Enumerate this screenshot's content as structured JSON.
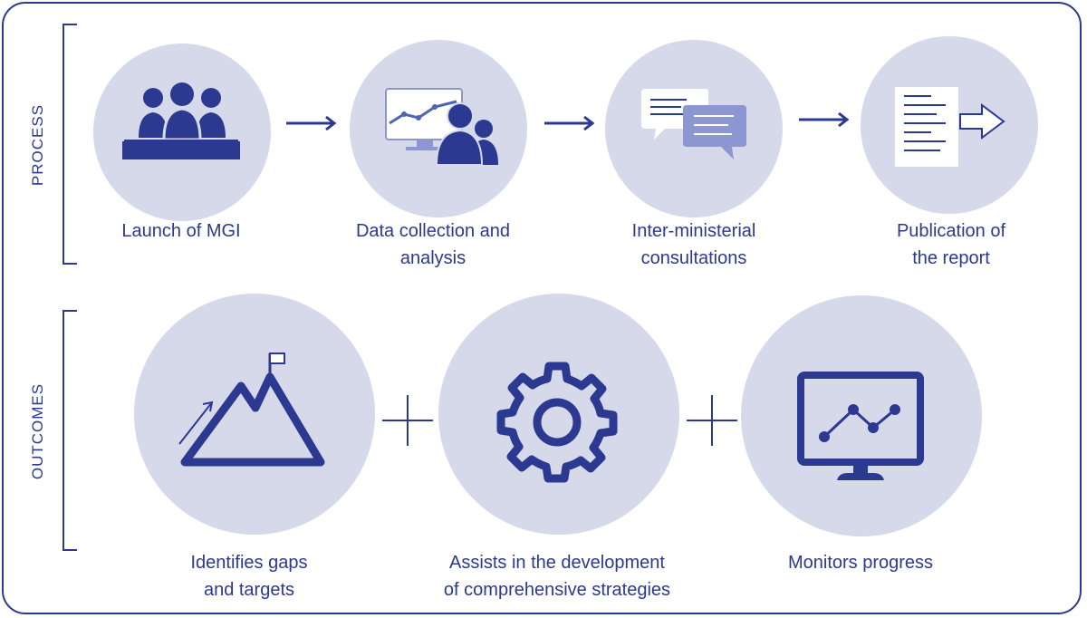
{
  "sections": {
    "process_label": "PROCESS",
    "outcomes_label": "OUTCOMES"
  },
  "process_steps": [
    {
      "label_line1": "Launch of MGI",
      "label_line2": "",
      "icon": "people-meeting-icon"
    },
    {
      "label_line1": "Data collection and",
      "label_line2": "analysis",
      "icon": "data-analysis-icon"
    },
    {
      "label_line1": "Inter-ministerial",
      "label_line2": "consultations",
      "icon": "chat-bubbles-icon"
    },
    {
      "label_line1": "Publication of",
      "label_line2": "the report",
      "icon": "report-export-icon"
    }
  ],
  "outcomes": [
    {
      "label_line1": "Identifies gaps",
      "label_line2": "and targets",
      "icon": "mountain-flag-icon"
    },
    {
      "label_line1": "Assists in the development",
      "label_line2": "of comprehensive strategies",
      "icon": "gear-icon"
    },
    {
      "label_line1": "Monitors progress",
      "label_line2": "",
      "icon": "monitor-chart-icon"
    }
  ],
  "colors": {
    "primary": "#2b3990",
    "circle_fill": "#d6d9ea",
    "accent_light": "#8c96d0",
    "accent_mid": "#6f7dc4"
  }
}
